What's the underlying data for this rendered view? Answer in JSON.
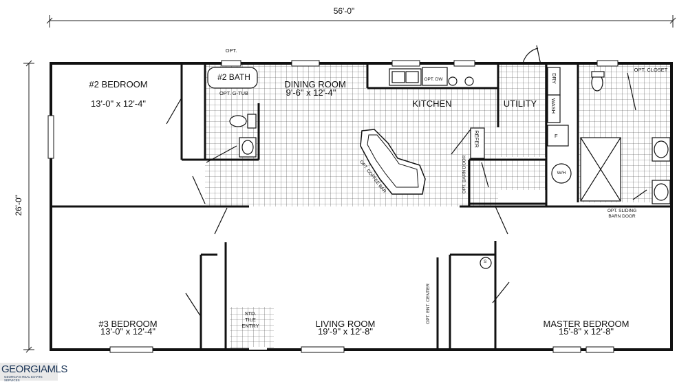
{
  "dimensions": {
    "width_label": "56'-0\"",
    "depth_label": "26'-0\""
  },
  "rooms": {
    "bedroom2": {
      "name": "#2 BEDROOM",
      "size": "13'-0\" x 12'-4\""
    },
    "bath2": {
      "name": "#2 BATH"
    },
    "dining": {
      "name": "DINING ROOM",
      "size": "9'-6\" x 12'-4\""
    },
    "kitchen": {
      "name": "KITCHEN"
    },
    "utility": {
      "name": "UTILITY"
    },
    "bedroom3": {
      "name": "#3 BEDROOM",
      "size": "13'-0\" x 12'-4\""
    },
    "living": {
      "name": "LIVING ROOM",
      "size": "19'-9\" x 12'-8\""
    },
    "master": {
      "name": "MASTER BEDROOM",
      "size": "15'-8\" x 12'-8\""
    }
  },
  "notes": {
    "opt_window": "OPT.",
    "opt_gtub": "OPT. G-TUB",
    "opt_dw": "OPT. DW",
    "dry": "DRY",
    "wash": "WASH",
    "opt_closet": "OPT. CLOSET",
    "refer": "REFER",
    "wh": "W/H",
    "coffee_bar": "OPT. COFFEE BAR",
    "barn_door": "OPT. BARN DOOR",
    "sliding_barn_door_1": "OPT. SLIDING",
    "sliding_barn_door_2": "BARN DOOR",
    "std_entry_1": "STD.",
    "std_entry_2": "TILE",
    "std_entry_3": "ENTRY",
    "ent_center": "OPT. ENT. CENTER",
    "s": "S",
    "f": "F"
  },
  "logo": {
    "text": "GEORGIAMLS",
    "subtext": "GEORGIA'S REAL ESTATE SERVICES"
  },
  "colors": {
    "line": "#111111",
    "grid": "#333333",
    "background": "#ffffff",
    "logo": "#1b3557"
  }
}
